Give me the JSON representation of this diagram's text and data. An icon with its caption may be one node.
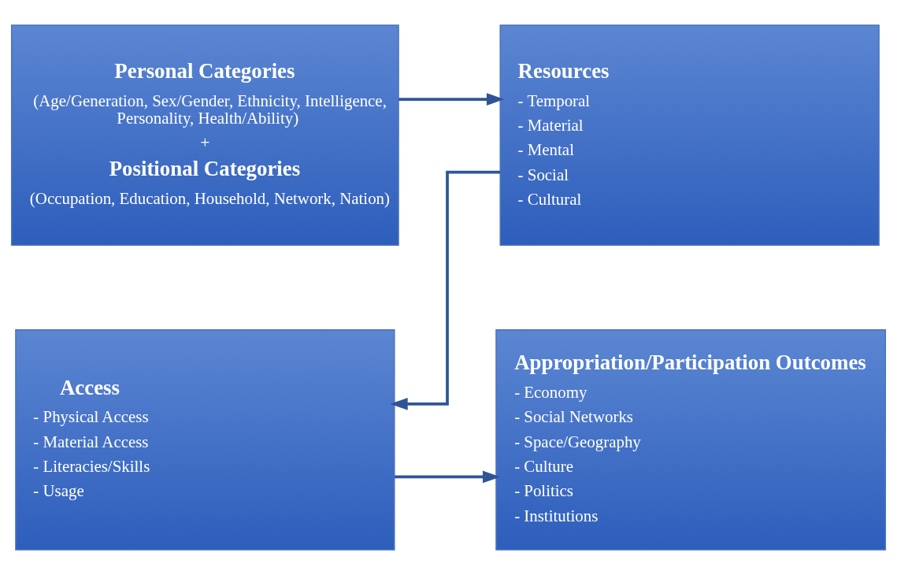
{
  "diagram": {
    "nodes": [
      {
        "text": [
          "Personal Categories",
          "(Age/Generation, Sex/Gender, Ethnicity, Intelligence, Personality, Health/Ability)",
          "+",
          "Positional Categories",
          "(Occupation, Education, Household, Network, Nation)"
        ]
      },
      {
        "text": [
          "Resources",
          "- Temporal",
          "- Material",
          "- Mental",
          "- Social",
          "- Cultural"
        ]
      },
      {
        "text": [
          "Access",
          "- Physical Access",
          "- Material Access",
          "- Literacies/Skills",
          "- Usage"
        ]
      },
      {
        "text": [
          "Appropriation/Participation Outcomes",
          "- Economy",
          "- Social Networks",
          "- Space/Geography",
          "- Culture",
          "- Politics",
          "- Institutions"
        ]
      }
    ],
    "edges": [
      {
        "from": 0,
        "to": 1,
        "arrow": "to"
      },
      {
        "from": 1,
        "to": 2,
        "arrow": "to"
      },
      {
        "from": 2,
        "to": 3,
        "arrow": "to"
      }
    ]
  }
}
